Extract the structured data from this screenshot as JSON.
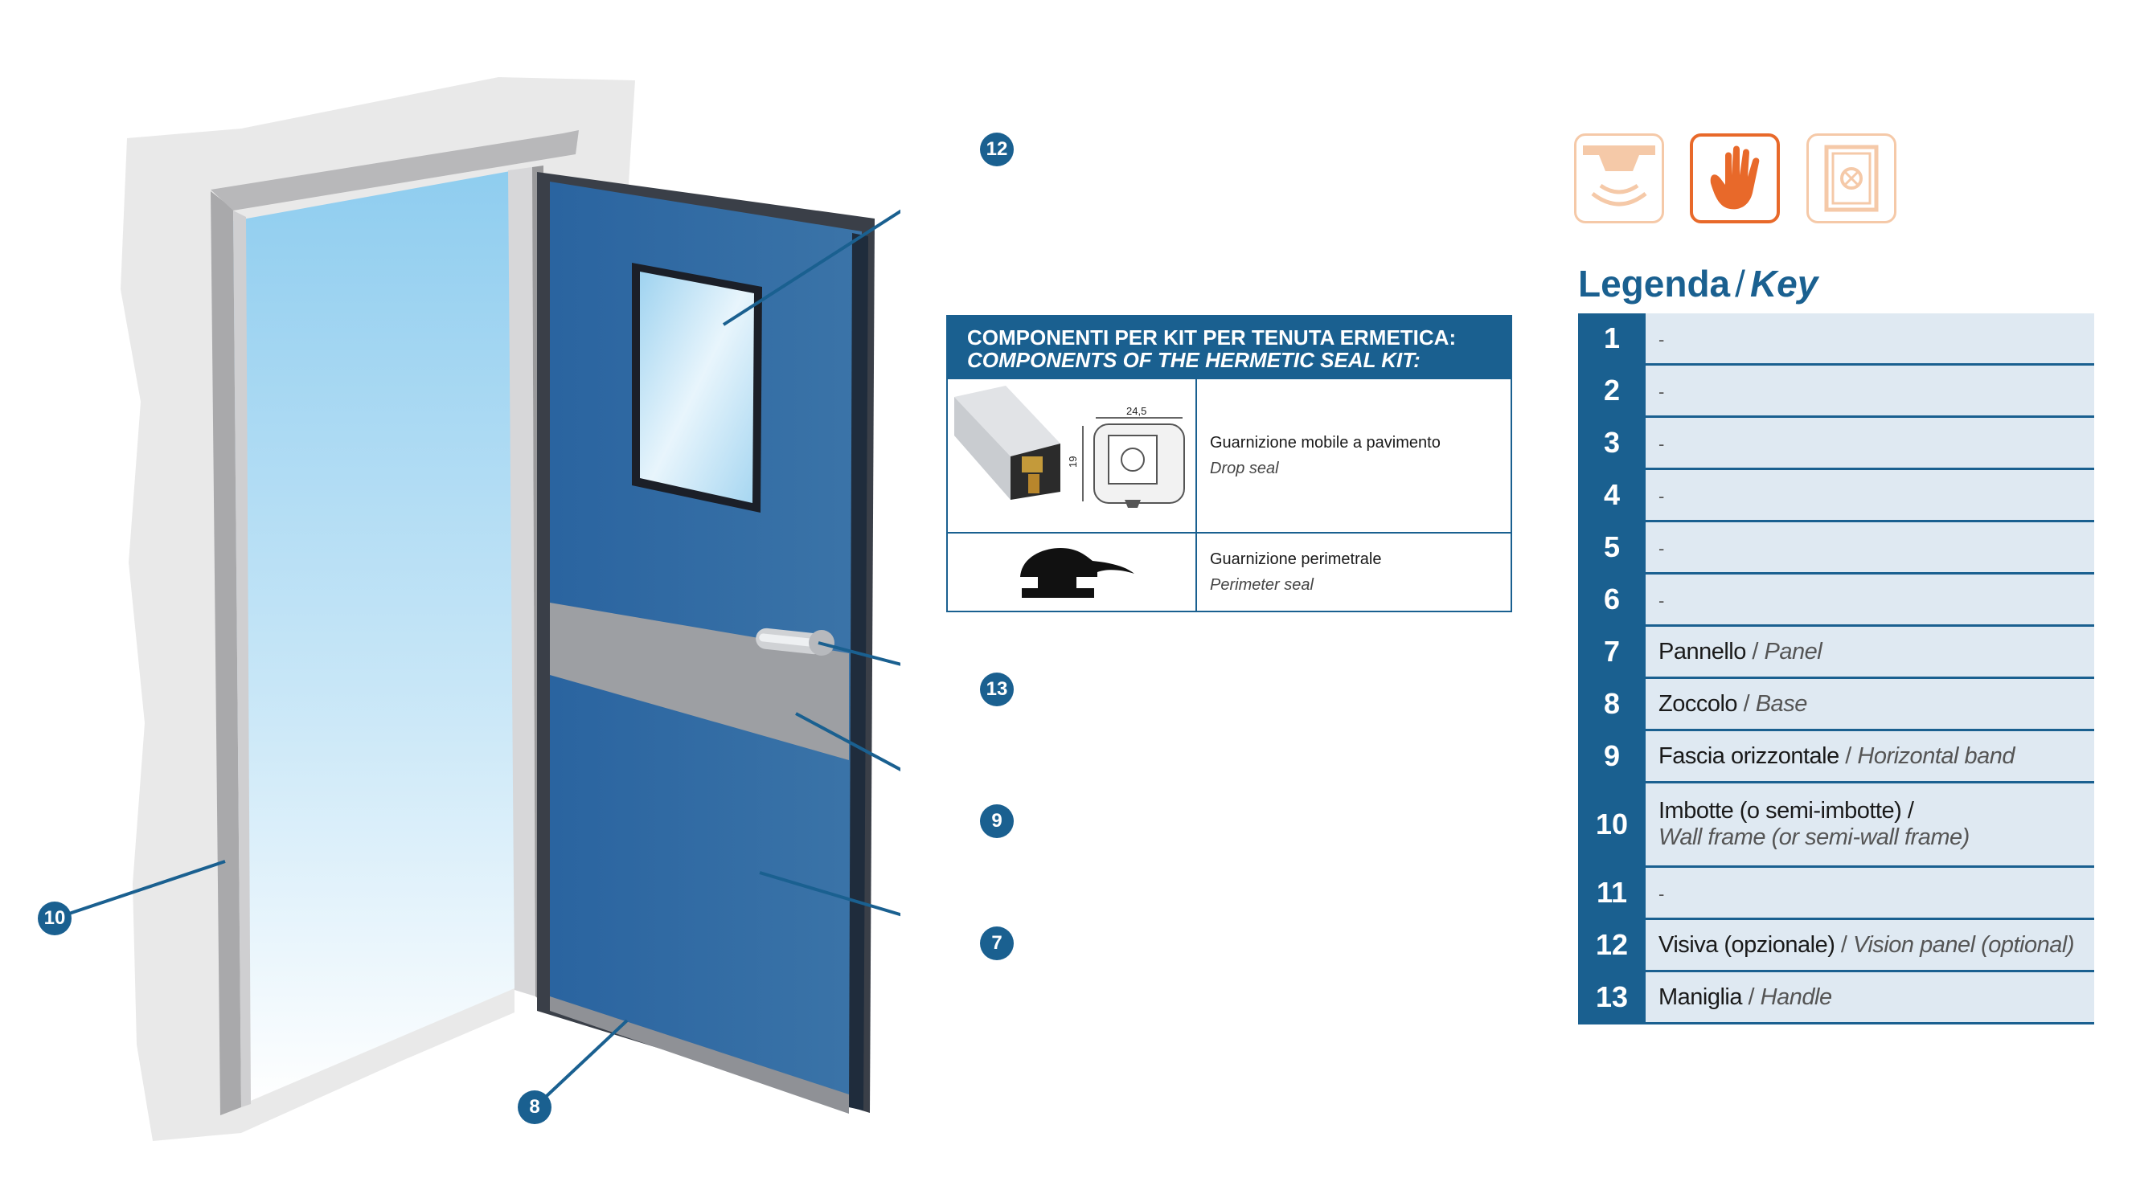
{
  "kit": {
    "header_it": "COMPONENTI  PER KIT PER TENUTA ERMETICA:",
    "header_en": "COMPONENTS OF THE HERMETIC SEAL KIT:",
    "items": [
      {
        "label_it": "Guarnizione mobile a pavimento",
        "label_en": "Drop seal",
        "dim_w": "24,5",
        "dim_h": "19"
      },
      {
        "label_it": "Guarnizione perimetrale",
        "label_en": "Perimeter seal"
      }
    ]
  },
  "legend": {
    "title_it": "Legenda",
    "title_sep": "/",
    "title_en": "Key",
    "rows": [
      {
        "num": "1",
        "it": "-",
        "sep": "",
        "en": ""
      },
      {
        "num": "2",
        "it": "-",
        "sep": "",
        "en": ""
      },
      {
        "num": "3",
        "it": "-",
        "sep": "",
        "en": ""
      },
      {
        "num": "4",
        "it": "-",
        "sep": "",
        "en": ""
      },
      {
        "num": "5",
        "it": "-",
        "sep": "",
        "en": ""
      },
      {
        "num": "6",
        "it": "-",
        "sep": "",
        "en": ""
      },
      {
        "num": "7",
        "it": "Pannello",
        "sep": " / ",
        "en": "Panel"
      },
      {
        "num": "8",
        "it": "Zoccolo",
        "sep": " / ",
        "en": "Base"
      },
      {
        "num": "9",
        "it": "Fascia orizzontale",
        "sep": " / ",
        "en": "Horizontal band"
      },
      {
        "num": "10",
        "it": "Imbotte (o semi-imbotte) /",
        "sep": "",
        "en": "Wall frame (or semi-wall frame)"
      },
      {
        "num": "11",
        "it": "-",
        "sep": "",
        "en": ""
      },
      {
        "num": "12",
        "it": "Visiva (opzionale)",
        "sep": " / ",
        "en": "Vision panel (optional)"
      },
      {
        "num": "13",
        "it": "Maniglia",
        "sep": " / ",
        "en": "Handle"
      }
    ]
  },
  "callouts": [
    "12",
    "13",
    "9",
    "7",
    "10",
    "8"
  ],
  "icons": [
    {
      "name": "sensor-icon",
      "state": "inactive"
    },
    {
      "name": "hand-icon",
      "state": "active"
    },
    {
      "name": "safe-icon",
      "state": "inactive"
    }
  ],
  "colors": {
    "primary": "#1a6090",
    "door_blue": "#2f6aa0",
    "accent_orange": "#e8692a",
    "light_orange": "#f5c9a8",
    "legend_bg": "#dfe9f2"
  }
}
